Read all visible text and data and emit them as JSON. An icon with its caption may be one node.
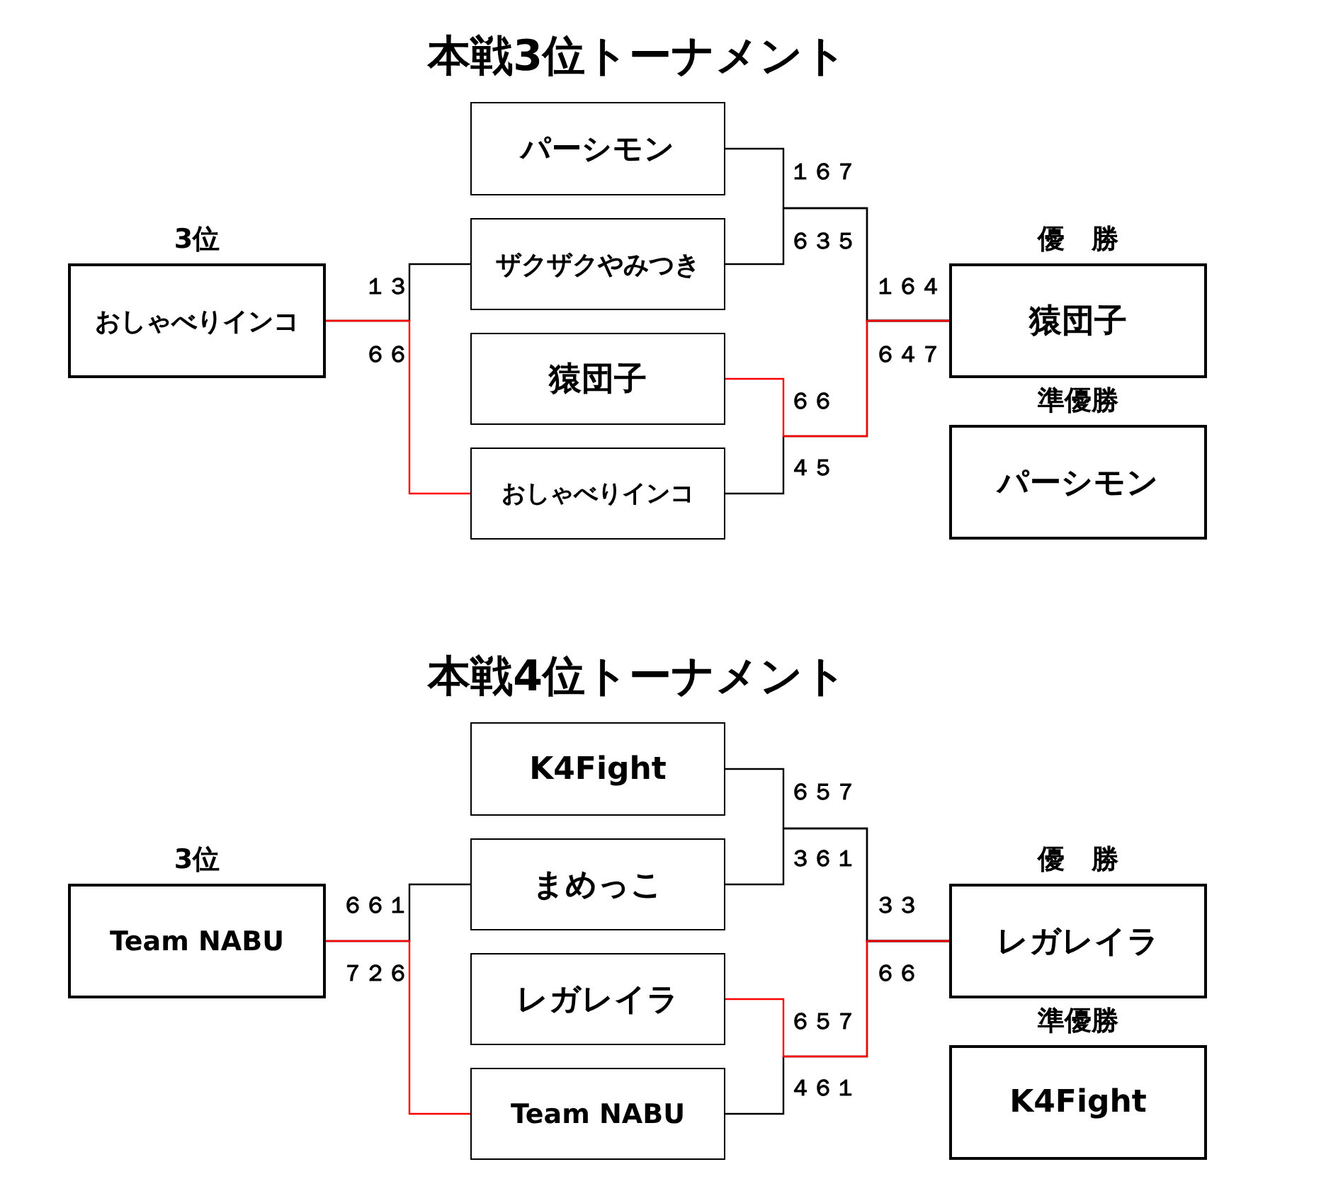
{
  "diagram": {
    "nodes": [
      {
        "text": [
          "パーシモン"
        ]
      },
      {
        "text": [
          "ザクザクやみつき"
        ]
      },
      {
        "text": [
          "3位",
          "おしゃべりインコ"
        ]
      },
      {
        "text": [
          "猿団子"
        ]
      },
      {
        "text": [
          "おしゃべりインコ"
        ]
      },
      {
        "text": [
          "優　勝",
          "猿団子"
        ]
      },
      {
        "text": [
          "準優勝",
          "パーシモン"
        ]
      },
      {
        "text": [
          "K4Fight"
        ]
      },
      {
        "text": [
          "まめっこ"
        ]
      },
      {
        "text": [
          "3位",
          "Team NABU"
        ]
      },
      {
        "text": [
          "レガレイラ"
        ]
      },
      {
        "text": [
          "Team NABU"
        ]
      },
      {
        "text": [
          "優　勝",
          "レガレイラ"
        ]
      },
      {
        "text": [
          "準優勝",
          "K4Fight"
        ]
      }
    ],
    "edges": [
      {
        "from": 0,
        "to": 5,
        "arrow": "none"
      },
      {
        "from": 1,
        "to": 5,
        "arrow": "none"
      },
      {
        "from": 3,
        "to": 5,
        "arrow": "none",
        "color": "#ff0000"
      },
      {
        "from": 4,
        "to": 5,
        "arrow": "none"
      },
      {
        "from": 1,
        "to": 2,
        "arrow": "none"
      },
      {
        "from": 4,
        "to": 2,
        "arrow": "none",
        "color": "#ff0000"
      },
      {
        "from": 7,
        "to": 12,
        "arrow": "none"
      },
      {
        "from": 8,
        "to": 12,
        "arrow": "none"
      },
      {
        "from": 10,
        "to": 12,
        "arrow": "none",
        "color": "#ff0000"
      },
      {
        "from": 11,
        "to": 12,
        "arrow": "none"
      },
      {
        "from": 8,
        "to": 9,
        "arrow": "none"
      },
      {
        "from": 11,
        "to": 9,
        "arrow": "none",
        "color": "#ff0000"
      }
    ],
    "labels": [
      "本戦3位トーナメント",
      "１６７",
      "６３５",
      "１３",
      "１６４",
      "６６",
      "６４７",
      "６６",
      "４５",
      "本戦4位トーナメント",
      "６５７",
      "３６１",
      "６６１",
      "３３",
      "７２６",
      "６６",
      "６５７",
      "４６１"
    ]
  }
}
